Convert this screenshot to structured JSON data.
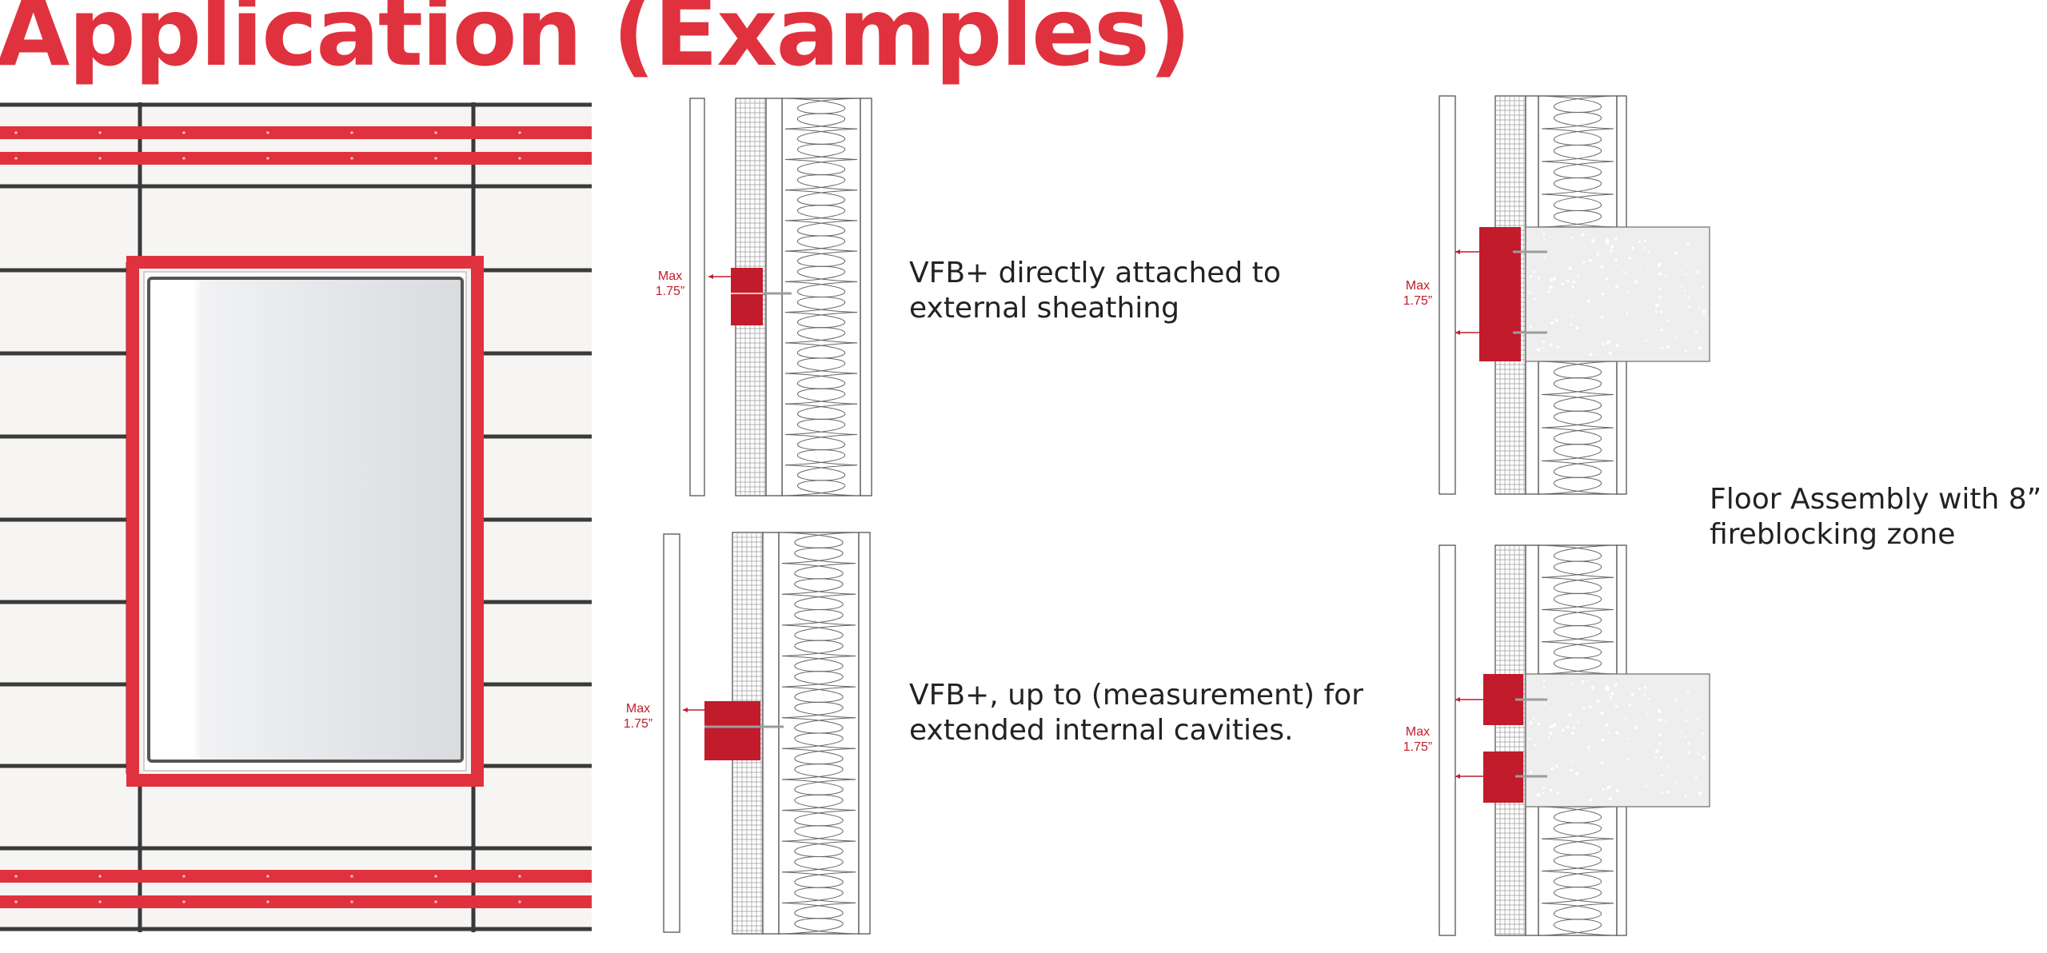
{
  "page": {
    "title": "Application (Examples)"
  },
  "colors": {
    "accent": "#e0323e",
    "accent_dark": "#c21b2b",
    "line": "#333333",
    "panel": "#f6f5f3",
    "concrete": "#eeeeee"
  },
  "icons": {
    "dimension_arrow": "arrow-left-icon",
    "fastener": "screw-icon",
    "insulation": "batt-insulation-pattern",
    "sheathing": "grid-mesh-pattern"
  },
  "captions": {
    "detail_1": [
      "VFB+ directly attached to",
      "external sheathing"
    ],
    "detail_2": [
      "VFB+, up to (measurement) for",
      "extended internal cavities."
    ],
    "floor": [
      "Floor Assembly with 8”",
      "fireblocking zone"
    ]
  },
  "dimension": {
    "line1": "Max",
    "line2": "1.75”"
  }
}
